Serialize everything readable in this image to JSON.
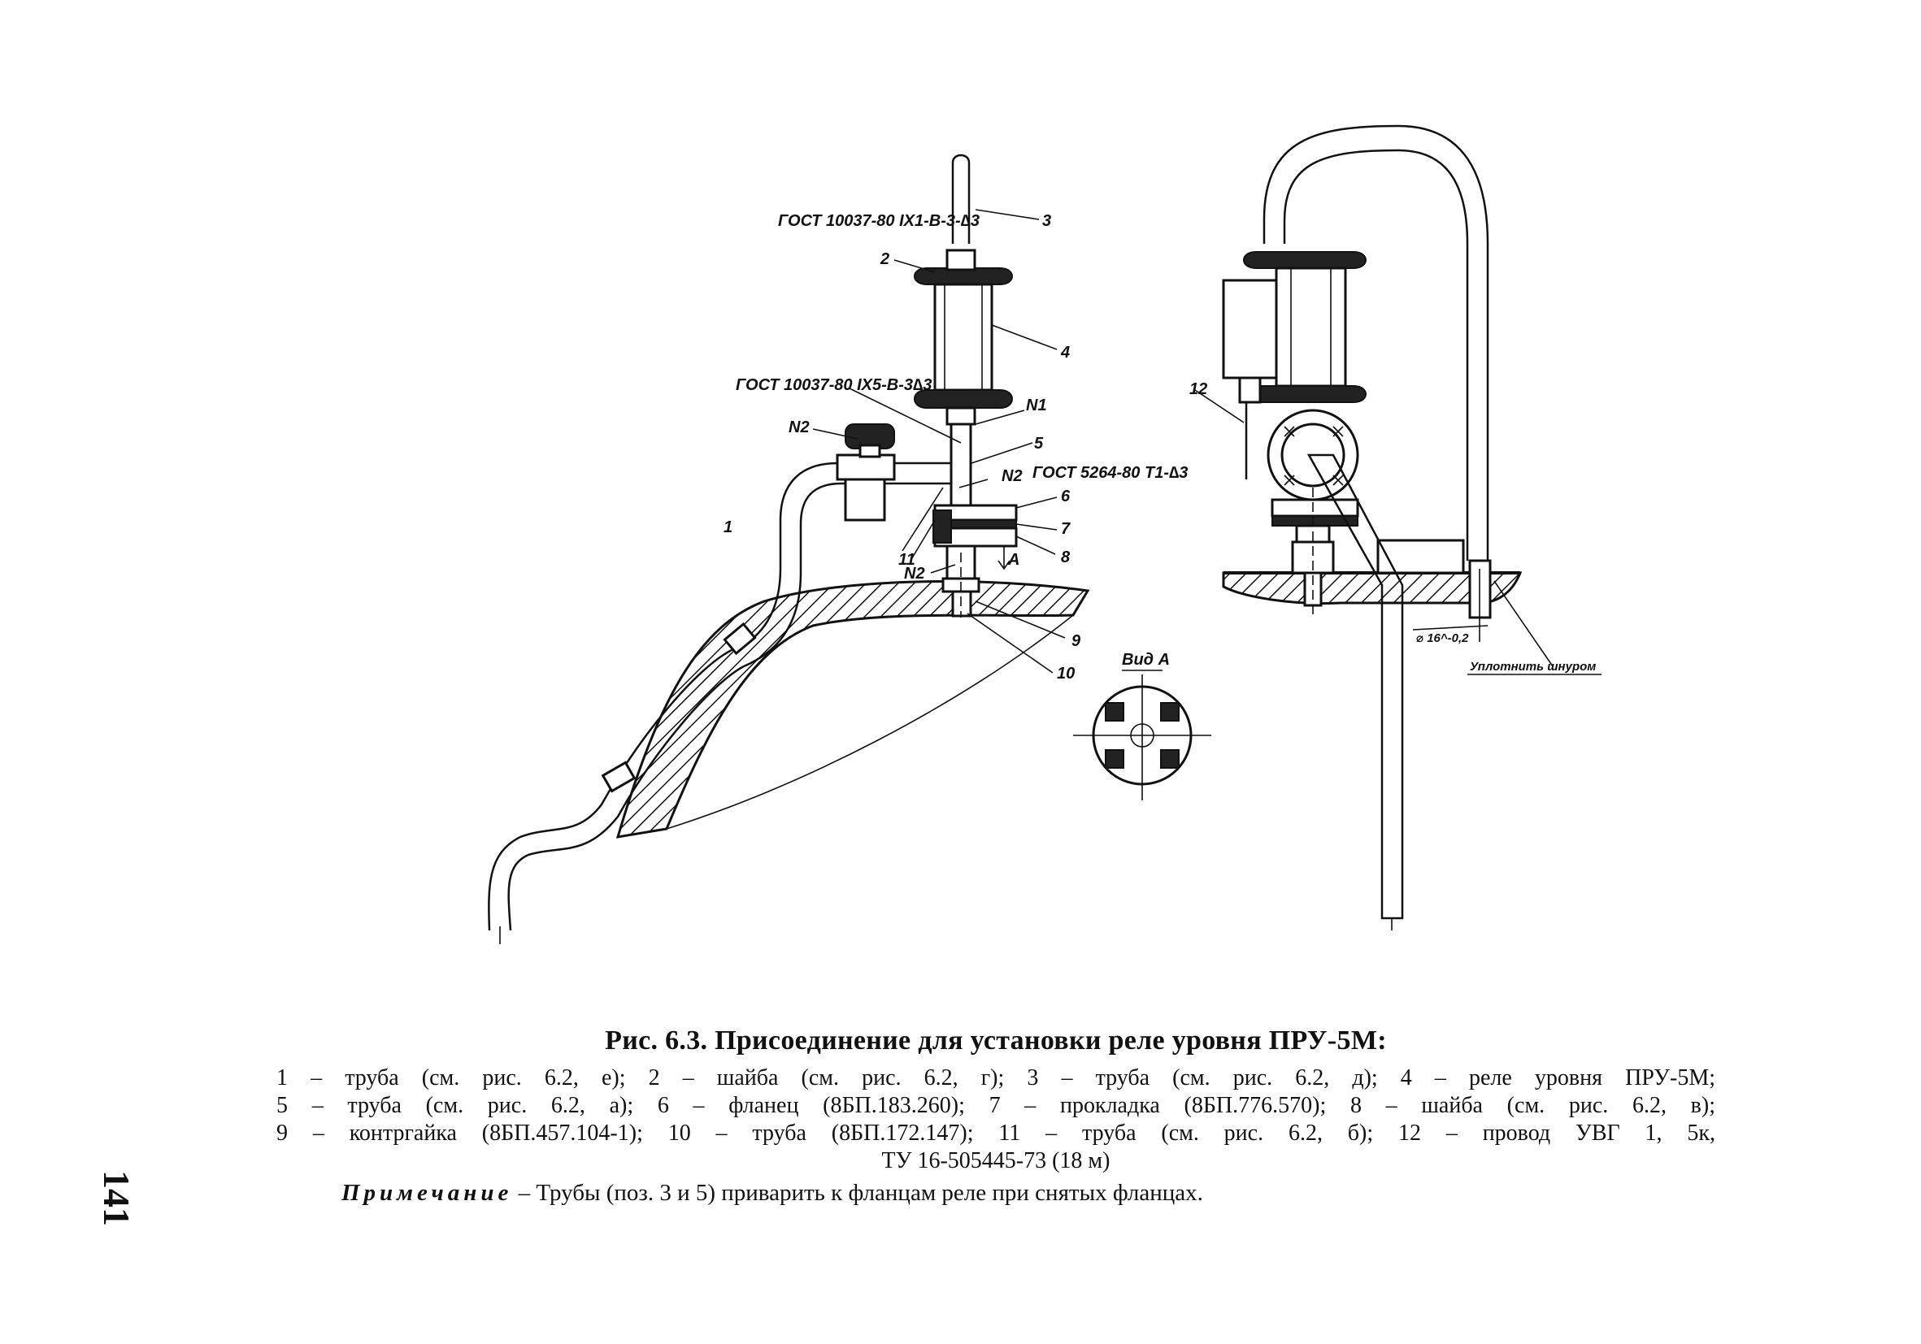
{
  "figure": {
    "labels": {
      "gost_top": "ГОСТ 10037-80 IХ1-В-3-∆3",
      "gost_mid": "ГОСТ 10037-80 IХ5-В-3∆3",
      "gost_right": "ГОСТ 5264-80 Т1-∆3",
      "n1": "N1",
      "n2_top": "N2",
      "n2_side": "N2",
      "n2_bottom": "N2",
      "p1": "1",
      "p2": "2",
      "p3": "3",
      "p4": "4",
      "p5": "5",
      "p6": "6",
      "p7": "7",
      "p8": "8",
      "p9": "9",
      "p10": "10",
      "p11": "11",
      "p12": "12",
      "a": "А",
      "view_a": "Вид А",
      "seal_note": "Уплотнить шнуром"
    }
  },
  "caption": {
    "title": "Рис. 6.3. Присоединение для установки реле уровня ПРУ-5М:",
    "legend": [
      "1 – труба (см. рис. 6.2, е); 2 – шайба (см. рис. 6.2, г); 3 – труба (см. рис. 6.2, д); 4 – реле уровня ПРУ-5М;",
      "5 – труба (см. рис. 6.2, а); 6 – фланец (8БП.183.260); 7 – прокладка (8БП.776.570); 8 – шайба (см. рис. 6.2, в);",
      "9 – контргайка (8БП.457.104-1); 10 – труба (8БП.172.147); 11 – труба (см. рис. 6.2, б); 12 – провод УВГ 1, 5к,",
      "ТУ 16-505445-73 (18 м)"
    ]
  },
  "note": {
    "label": "Примечание",
    "text": " – Трубы (поз. 3 и 5) приварить к фланцам реле при снятых фланцах."
  },
  "page_number": "141"
}
